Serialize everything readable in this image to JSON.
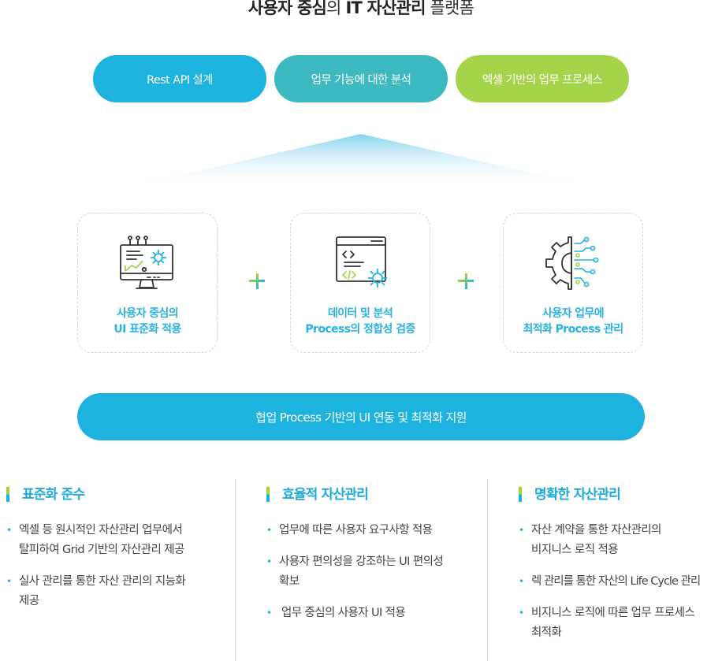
{
  "title": {
    "strong1": "사용자 중심",
    "light1": "의",
    "strong2": "IT 자산관리",
    "light2": "플랫폼"
  },
  "top_pills": [
    {
      "label": "Rest API 설계",
      "color": "#1eb3de"
    },
    {
      "label": "업무 기능에 대한 분석",
      "color": "#3dbac1"
    },
    {
      "label": "엑셀 기반의 업무 프로세스",
      "color": "#a5d34a"
    }
  ],
  "cards": [
    {
      "icon": "monitor-gear-chart-icon",
      "line1": "사용자 중심의",
      "line2": "UI 표준화 적용"
    },
    {
      "icon": "code-window-gear-icon",
      "line1": "데이터 및 분석",
      "line2": "Process의 정합성 검증"
    },
    {
      "icon": "gear-circuit-icon",
      "line1": "사용자 업무에",
      "line2": "최적화 Process 관리"
    }
  ],
  "banner": "협업 Process 기반의 UI 연동 및 최적화 지원",
  "columns": [
    {
      "heading": "표준화 준수",
      "items": [
        [
          "엑셀 등 원시적인 자산관리 업무에서",
          "탈피하여 Grid 기반의 자산관리 제공"
        ],
        [
          "실사 관리를 통한 자산 관리의 지능화",
          "제공"
        ]
      ]
    },
    {
      "heading": "효율적 자산관리",
      "items": [
        [
          "업무에 따른 사용자 요구사항 적용"
        ],
        [
          "사용자 편의성을 강조하는 UI 편의성",
          "확보"
        ],
        [
          "업무 중심의 사용자 UI 적용"
        ]
      ]
    },
    {
      "heading": "명확한 자산관리",
      "items": [
        [
          "자산 계약을 통한 자산관리의",
          "비지니스 로직 적용"
        ],
        [
          "렉 관리를 통한 자산의 Life Cycle 관리"
        ],
        [
          "비지니스 로직에 따른 업무 프로세스",
          "최적화"
        ]
      ]
    }
  ],
  "bullet": "•",
  "colors": {
    "accent_blue": "#1eb3de",
    "accent_teal": "#3dbac1",
    "accent_green": "#a5d34a",
    "card_text": "#28b1e2"
  }
}
